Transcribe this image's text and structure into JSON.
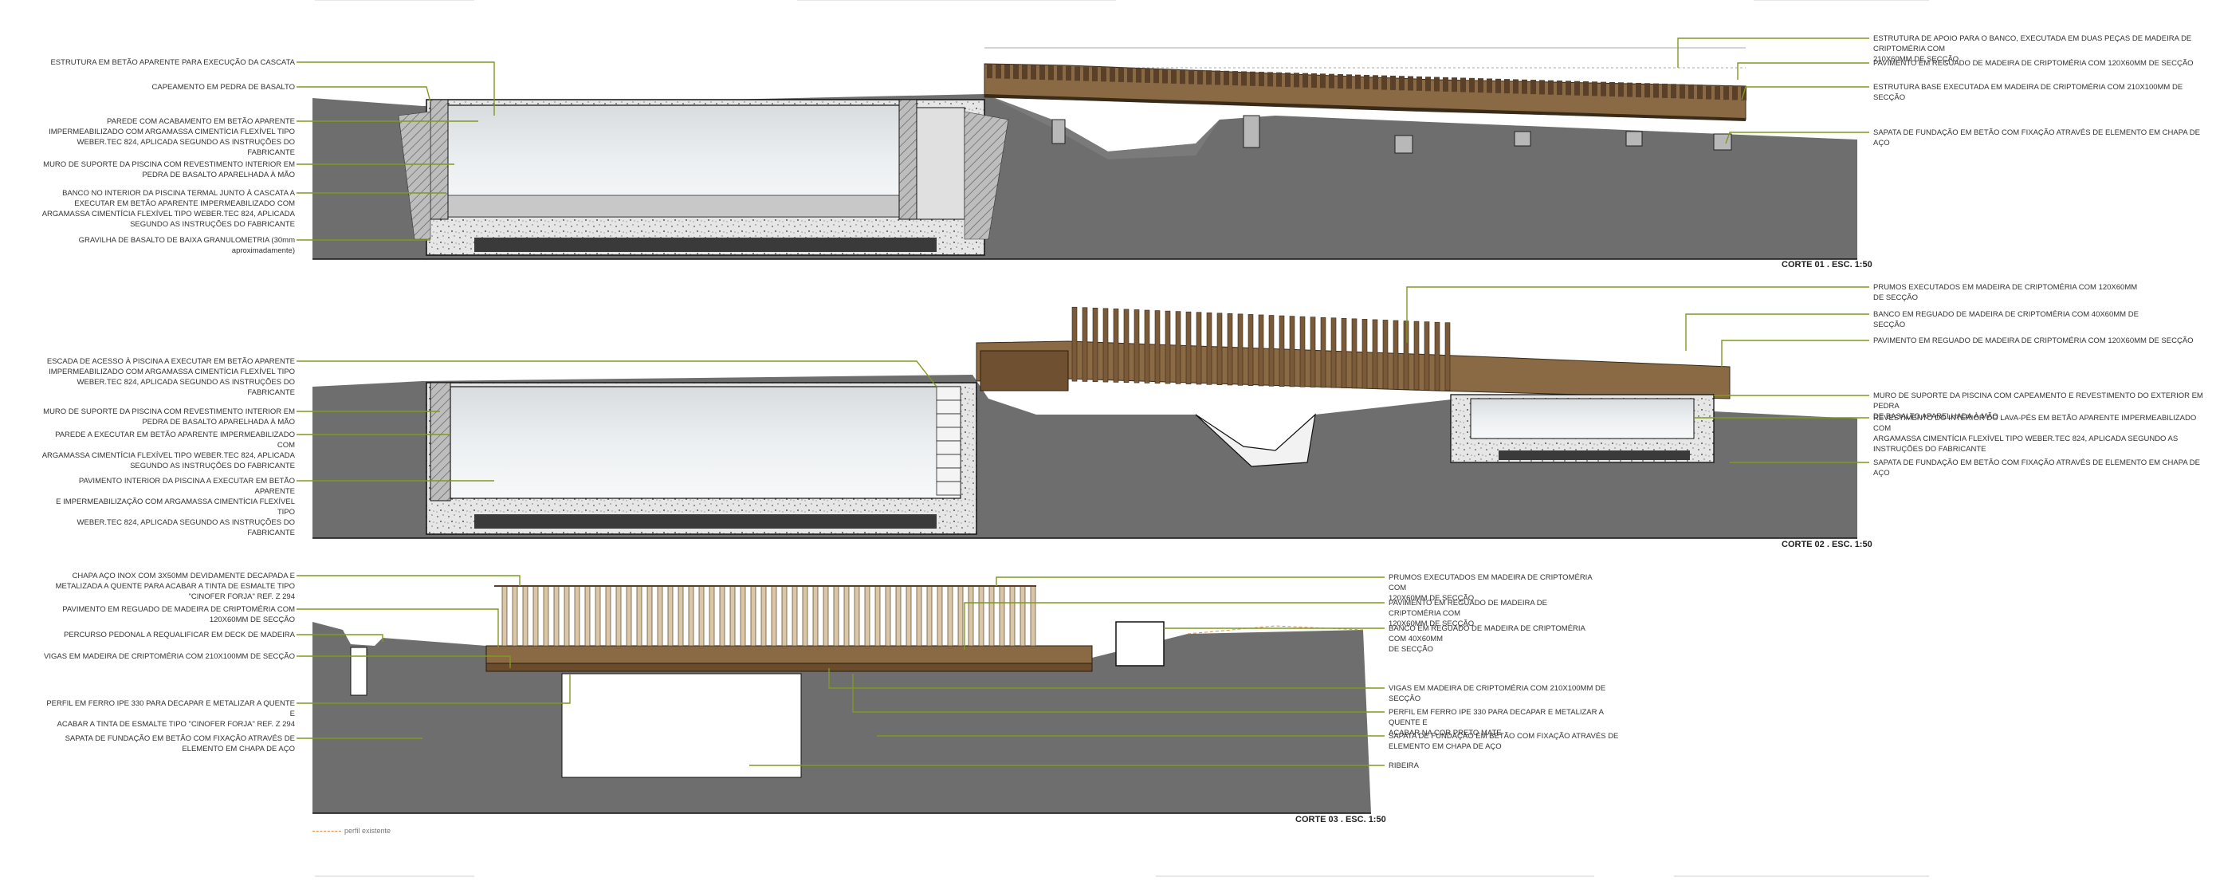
{
  "colors": {
    "ground": "#6e6e6e",
    "ground_light": "#8a8a8a",
    "concrete": "#d4d4d4",
    "water": "#e8eef2",
    "wood": "#8a6a44",
    "wood_dark": "#5a4028",
    "leader": "#7f9a1e",
    "line": "#111111"
  },
  "sections": [
    {
      "title": "CORTE 01 . ESC. 1:50",
      "left_labels": [
        "ESTRUTURA EM BETÃO APARENTE PARA EXECUÇÃO  DA CASCATA",
        "CAPEAMENTO  EM PEDRA DE BASALTO",
        "PAREDE COM ACABAMENTO EM BETÃO APARENTE\nIMPERMEABILIZADO  COM ARGAMASSA CIMENTÍCIA FLEXÍVEL TIPO\nWEBER.TEC 824, APLICADA SEGUNDO AS INSTRUÇÕES DO\nFABRICANTE",
        "MURO DE SUPORTE DA PISCINA COM REVESTIMENTO INTERIOR EM\nPEDRA DE BASALTO APARELHADA À MÃO",
        "BANCO NO INTERIOR DA PISCINA TERMAL JUNTO À CASCATA A\nEXECUTAR EM BETÃO APARENTE IMPERMEABILIZADO COM\nARGAMASSA CIMENTÍCIA FLEXÍVEL TIPO WEBER.TEC 824, APLICADA\nSEGUNDO AS INSTRUÇÕES DO FABRICANTE",
        "GRAVILHA DE BASALTO DE BAIXA GRANULOMETRIA (30mm\naproximadamente)"
      ],
      "right_labels": [
        "ESTRUTURA DE APOIO PARA O BANCO, EXECUTADA EM DUAS PEÇAS DE MADEIRA DE CRIPTOMÉRIA COM\n210X60MM DE SECÇÃO",
        "PAVIMENTO EM REGUADO DE MADEIRA DE CRIPTOMÉRIA COM 120X60MM DE SECÇÃO",
        "ESTRUTURA BASE EXECUTADA EM MADEIRA DE CRIPTOMÉRIA COM 210X100MM DE SECÇÃO",
        "SAPATA DE FUNDAÇÃO EM BETÃO COM FIXAÇÃO ATRAVÉS DE ELEMENTO EM CHAPA DE AÇO"
      ]
    },
    {
      "title": "CORTE 02 . ESC. 1:50",
      "left_labels": [
        "ESCADA DE ACESSO À PISCINA A EXECUTAR EM BETÃO APARENTE\nIMPERMEABILIZADO  COM ARGAMASSA CIMENTÍCIA FLEXÍVEL TIPO\nWEBER.TEC 824, APLICADA SEGUNDO AS INSTRUÇÕES DO\nFABRICANTE",
        "MURO DE SUPORTE DA PISCINA COM REVESTIMENTO INTERIOR EM\nPEDRA DE BASALTO APARELHADA À MÃO",
        "PAREDE A EXECUTAR EM BETÃO APARENTE IMPERMEABILIZADO  COM\nARGAMASSA CIMENTÍCIA FLEXÍVEL TIPO WEBER.TEC 824, APLICADA\nSEGUNDO AS INSTRUÇÕES DO FABRICANTE",
        "PAVIMENTO INTERIOR DA PISCINA A EXECUTAR EM BETÃO APARENTE\nE IMPERMEABILIZAÇÃO COM ARGAMASSA CIMENTÍCIA FLEXÍVEL TIPO\nWEBER.TEC 824, APLICADA SEGUNDO AS INSTRUÇÕES DO\nFABRICANTE"
      ],
      "right_labels": [
        "PRUMOS EXECUTADOS EM MADEIRA DE CRIPTOMÉRIA COM 120X60MM\nDE SECÇÃO",
        "BANCO EM REGUADO DE MADEIRA DE CRIPTOMÉRIA COM 40X60MM DE\nSECÇÃO",
        "PAVIMENTO EM REGUADO DE MADEIRA DE CRIPTOMÉRIA COM 120X60MM DE SECÇÃO",
        "MURO DE SUPORTE DA PISCINA COM CAPEAMENTO E REVESTIMENTO DO EXTERIOR EM PEDRA\nDE BASALTO APARELHADA À MÃO",
        "REVESTIMENTO DO INTERIOR DO LAVA-PÉS EM BETÃO APARENTE IMPERMEABILIZADO  COM\nARGAMASSA CIMENTÍCIA FLEXÍVEL TIPO WEBER.TEC 824, APLICADA SEGUNDO AS\nINSTRUÇÕES DO FABRICANTE",
        "SAPATA DE FUNDAÇÃO EM BETÃO COM FIXAÇÃO ATRAVÉS DE ELEMENTO EM CHAPA DE AÇO"
      ]
    },
    {
      "title": "CORTE 03 . ESC. 1:50",
      "left_labels": [
        "CHAPA AÇO INOX COM 3X50MM DEVIDAMENTE DECAPADA E\nMETALIZADA A QUENTE PARA ACABAR A TINTA DE ESMALTE TIPO\n\"CINOFER FORJA\" REF. Z 294",
        "PAVIMENTO EM REGUADO DE MADEIRA DE CRIPTOMÉRIA COM\n120X60MM DE SECÇÃO",
        "PERCURSO PEDONAL A REQUALIFICAR EM DECK DE MADEIRA",
        "VIGAS EM MADEIRA DE CRIPTOMÉRIA  COM 210X100MM DE SECÇÃO",
        "PERFIL EM FERRO IPE 330 PARA DECAPAR E METALIZAR A QUENTE E\nACABAR A TINTA DE ESMALTE TIPO \"CINOFER FORJA\" REF. Z 294",
        "SAPATA DE FUNDAÇÃO EM BETÃO COM FIXAÇÃO ATRAVÉS DE\nELEMENTO EM CHAPA DE AÇO"
      ],
      "right_labels": [
        "PRUMOS EXECUTADOS EM MADEIRA DE CRIPTOMÉRIA COM\n120X60MM DE SECÇÃO",
        "PAVIMENTO EM REGUADO DE MADEIRA DE CRIPTOMÉRIA COM\n120X60MM DE SECÇÃO",
        "BANCO EM REGUADO DE MADEIRA DE CRIPTOMÉRIA COM 40X60MM\nDE SECÇÃO",
        "VIGAS EM MADEIRA DE CRIPTOMÉRIA  COM 210X100MM DE SECÇÃO",
        "PERFIL EM FERRO IPE 330 PARA DECAPAR E METALIZAR A QUENTE E\nACABAR NA COR PRETO MATE",
        "SAPATA DE FUNDAÇÃO EM BETÃO COM FIXAÇÃO ATRAVÉS DE\nELEMENTO EM CHAPA DE AÇO",
        "RIBEIRA"
      ]
    }
  ],
  "legend": {
    "text": "perfil existente"
  }
}
